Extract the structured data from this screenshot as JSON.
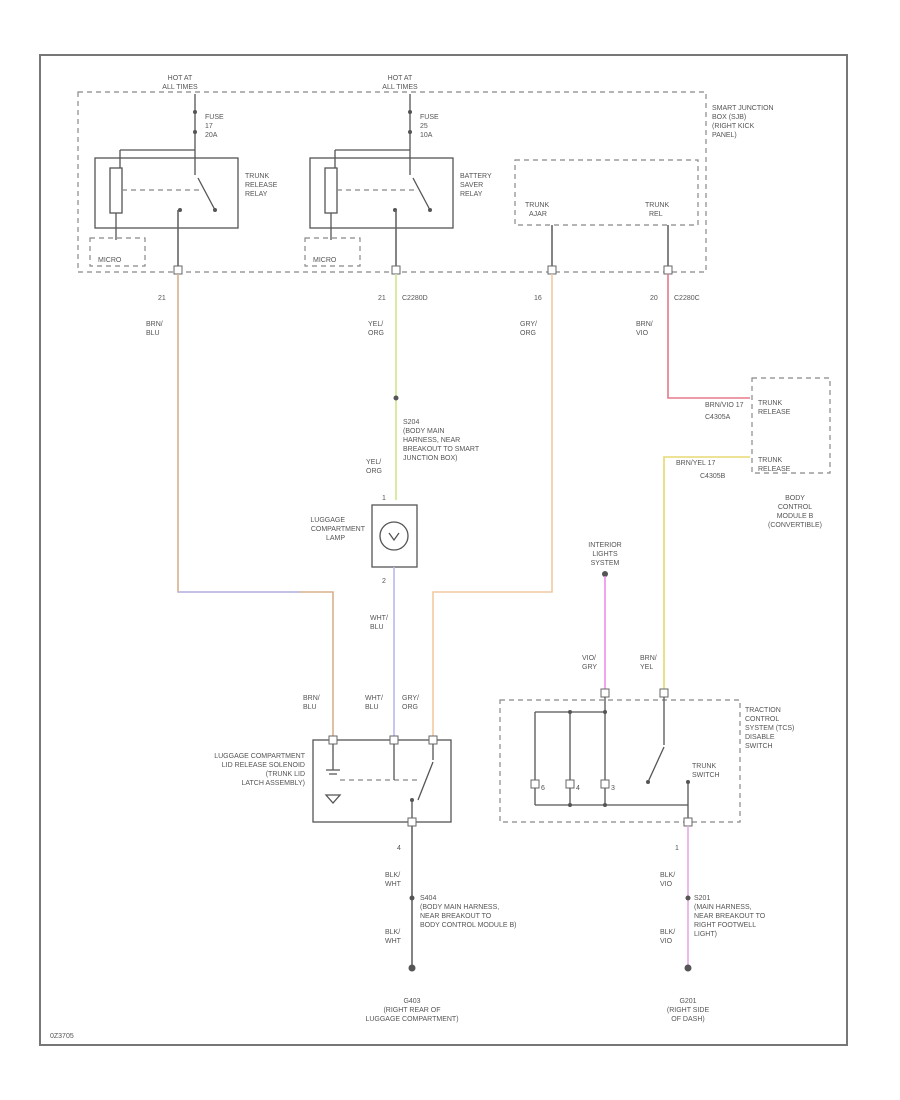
{
  "top_feed": {
    "left": {
      "line1": "HOT AT",
      "line2": "ALL TIMES",
      "fuse": [
        "FUSE",
        "17",
        "20A"
      ]
    },
    "right": {
      "line1": "HOT AT",
      "line2": "ALL TIMES",
      "fuse": [
        "FUSE",
        "25",
        "10A"
      ]
    }
  },
  "sjb": {
    "label": [
      "SMART JUNCTION",
      "BOX (SJB)",
      "(RIGHT KICK",
      "PANEL)"
    ],
    "trunk_release_relay": [
      "TRUNK",
      "RELEASE",
      "RELAY"
    ],
    "battery_saver_relay": [
      "BATTERY",
      "SAVER",
      "RELAY"
    ],
    "micro_left": "MICRO",
    "micro_right": "MICRO",
    "trunk_ajar": [
      "TRUNK",
      "AJAR"
    ],
    "trunk_rel": [
      "TRUNK",
      "REL"
    ]
  },
  "wires": {
    "w1": {
      "pin": "21",
      "color": [
        "BRN/",
        "BLU"
      ]
    },
    "w2": {
      "pin": "21",
      "connector": "C2280D",
      "color": [
        "YEL/",
        "ORG"
      ]
    },
    "w3": {
      "pin": "16",
      "color": [
        "GRY/",
        "ORG"
      ]
    },
    "w4": {
      "pin": "20",
      "connector": "C2280C",
      "color": [
        "BRN/",
        "VIO"
      ]
    }
  },
  "splice_s204": {
    "label": [
      "S204",
      "(BODY MAIN",
      "HARNESS, NEAR",
      "BREAKOUT TO SMART",
      "JUNCTION BOX)"
    ],
    "color": [
      "YEL/",
      "ORG"
    ]
  },
  "lamp": {
    "label": [
      "LUGGAGE",
      "COMPARTMENT",
      "LAMP"
    ],
    "pin_top": "1",
    "pin_bottom": "2",
    "wire_color": [
      "WHT/",
      "BLU"
    ]
  },
  "bcm": {
    "pin1": "BRN/VIO 17",
    "conn1": "C4305A",
    "pin1_label": [
      "TRUNK",
      "RELEASE"
    ],
    "pin2": "BRN/YEL 17",
    "conn2": "C4305B",
    "pin2_label": [
      "TRUNK",
      "RELEASE"
    ],
    "label": [
      "BODY",
      "CONTROL",
      "MODULE B",
      "(CONVERTIBLE)"
    ]
  },
  "interior_lights": [
    "INTERIOR",
    "LIGHTS",
    "SYSTEM"
  ],
  "tcs_wires": {
    "left": [
      "VIO/",
      "GRY"
    ],
    "right": [
      "BRN/",
      "YEL"
    ]
  },
  "latch_wires": {
    "a": [
      "BRN/",
      "BLU"
    ],
    "b": [
      "WHT/",
      "BLU"
    ],
    "c": [
      "GRY/",
      "ORG"
    ]
  },
  "latch": {
    "label": [
      "LUGGAGE COMPARTMENT",
      "LID RELEASE SOLENOID",
      "(TRUNK LID",
      "LATCH ASSEMBLY)"
    ],
    "pin": "4"
  },
  "tcs": {
    "label": [
      "TRACTION",
      "CONTROL",
      "SYSTEM (TCS)",
      "DISABLE",
      "SWITCH"
    ],
    "switch_label": [
      "TRUNK",
      "SWITCH"
    ],
    "pin": "1",
    "pins": [
      "6",
      "4",
      "3"
    ]
  },
  "ground_left": {
    "color1": [
      "BLK/",
      "WHT"
    ],
    "splice": [
      "S404",
      "(BODY MAIN HARNESS,",
      "NEAR BREAKOUT TO",
      "BODY CONTROL MODULE B)"
    ],
    "color2": [
      "BLK/",
      "WHT"
    ],
    "ground": [
      "G403",
      "(RIGHT REAR OF",
      "LUGGAGE COMPARTMENT)"
    ]
  },
  "ground_right": {
    "color1": [
      "BLK/",
      "VIO"
    ],
    "splice": [
      "S201",
      "(MAIN HARNESS,",
      "NEAR BREAKOUT TO",
      "RIGHT FOOTWELL",
      "LIGHT)"
    ],
    "color2": [
      "BLK/",
      "VIO"
    ],
    "ground": [
      "G201",
      "(RIGHT SIDE",
      "OF DASH)"
    ]
  },
  "corner_code": "0Z3705"
}
